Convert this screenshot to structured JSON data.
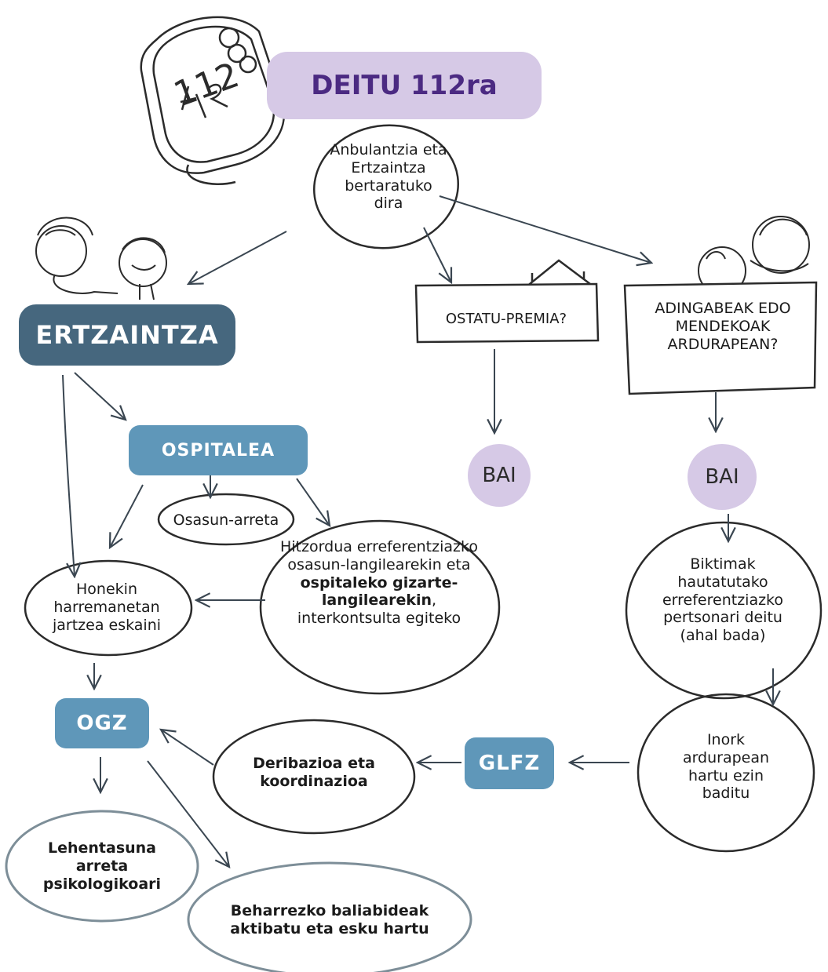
{
  "title": "DEITU 112ra",
  "phone_number": "112",
  "nodes": {
    "arrival": "Anbulantzia eta Ertzaintza bertaratuko dira",
    "ertzaintza": "ERTZAINTZA",
    "ospitalea": "OSPITALEA",
    "osasun": "Osasun-arreta",
    "hitzordua_1": "Hitzordua erreferentziazko osasun-langilearekin eta",
    "hitzordua_bold": "ospitaleko gizarte-langilearekin",
    "hitzordua_2": ", interkontsulta egiteko",
    "honekin": "Honekin harremanetan jartzea eskaini",
    "ogz": "OGZ",
    "lehentasuna": "Lehentasuna arreta psikologikoari",
    "beharrezko": "Beharrezko baliabideak aktibatu eta esku hartu",
    "deribazioa": "Deribazioa eta koordinazioa",
    "glfz": "GLFZ",
    "ostatu": "OSTATU-PREMIA?",
    "bai_left": "BAI",
    "adingabeak": "ADINGABEAK EDO MENDEKOAK ARDURAPEAN?",
    "bai_right": "BAI",
    "biktimak": "Biktimak hautatutako erreferentziazko pertsonari deitu (ahal bada)",
    "inork": "Inork ardurapean hartu ezin baditu"
  },
  "colors": {
    "purple_fill": "#d6c9e6",
    "purple_text": "#4b2a82",
    "dark_blue": "#46677e",
    "mid_blue": "#5f97b9",
    "line": "#3a4651"
  },
  "icons": [
    "phone-icon",
    "people-icon",
    "house-icon",
    "babies-icon"
  ]
}
